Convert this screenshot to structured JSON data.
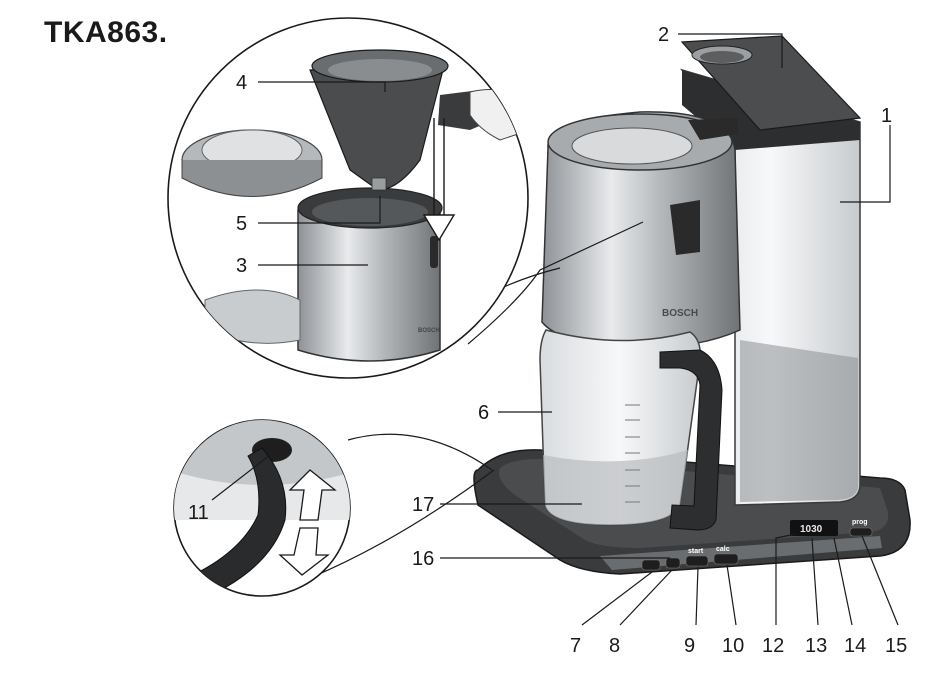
{
  "title": "TKA863.",
  "brand": "BOSCH",
  "controls": {
    "start": "start",
    "calc": "calc",
    "prog": "prog",
    "display": "1030"
  },
  "callouts": [
    "1",
    "2",
    "3",
    "4",
    "5",
    "6",
    "7",
    "8",
    "9",
    "10",
    "11",
    "12",
    "13",
    "14",
    "15",
    "16",
    "17"
  ],
  "colors": {
    "metal": "#b9bcbf",
    "dark": "#2b2b2b",
    "glass": "#eef0f2"
  }
}
